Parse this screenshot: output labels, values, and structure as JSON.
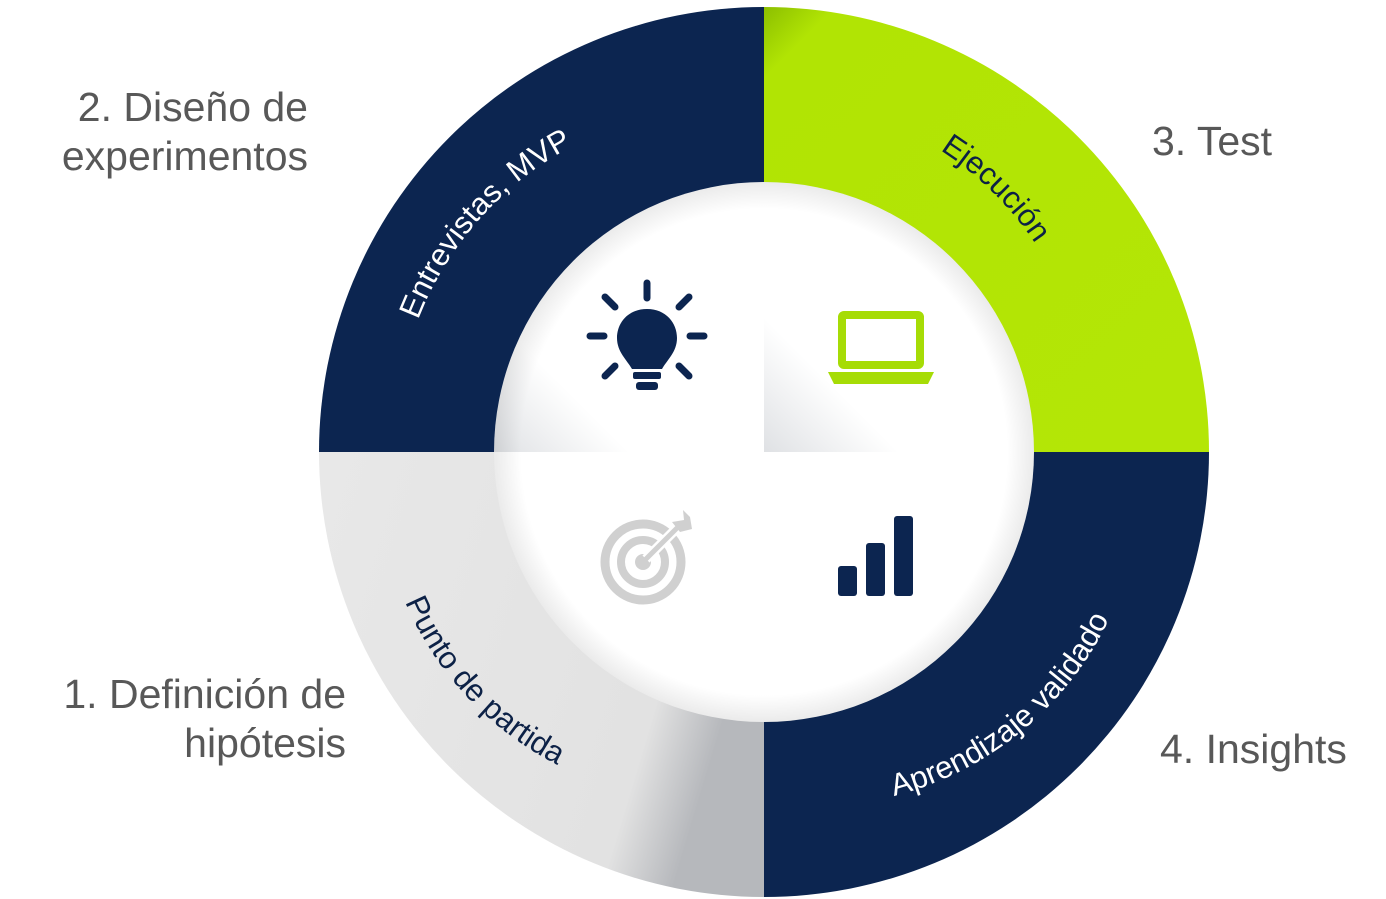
{
  "stages": [
    {
      "id": "q1",
      "title_lines": [
        "1. Definición de",
        "hipótesis"
      ],
      "ring_label": "Punto de partida",
      "icon": "target-icon",
      "ring_color": "#e5e5e5",
      "text_color": "#0c2146",
      "icon_color": "#d0d0d0"
    },
    {
      "id": "q2",
      "title_lines": [
        "2. Diseño de",
        "experimentos"
      ],
      "ring_label": "Entrevistas, MVP",
      "icon": "lightbulb-icon",
      "ring_color": "#0c2550",
      "text_color": "#ffffff",
      "icon_color": "#0c2550"
    },
    {
      "id": "q3",
      "title_lines": [
        "3. Test"
      ],
      "ring_label": "Ejecución",
      "icon": "laptop-icon",
      "ring_color": "#b1e404",
      "text_color": "#0c2146",
      "icon_color": "#a6dc06"
    },
    {
      "id": "q4",
      "title_lines": [
        "4. Insights"
      ],
      "ring_label": "Aprendizaje validado",
      "icon": "bar-chart-icon",
      "ring_color": "#0c2550",
      "text_color": "#ffffff",
      "icon_color": "#0c2550"
    }
  ]
}
